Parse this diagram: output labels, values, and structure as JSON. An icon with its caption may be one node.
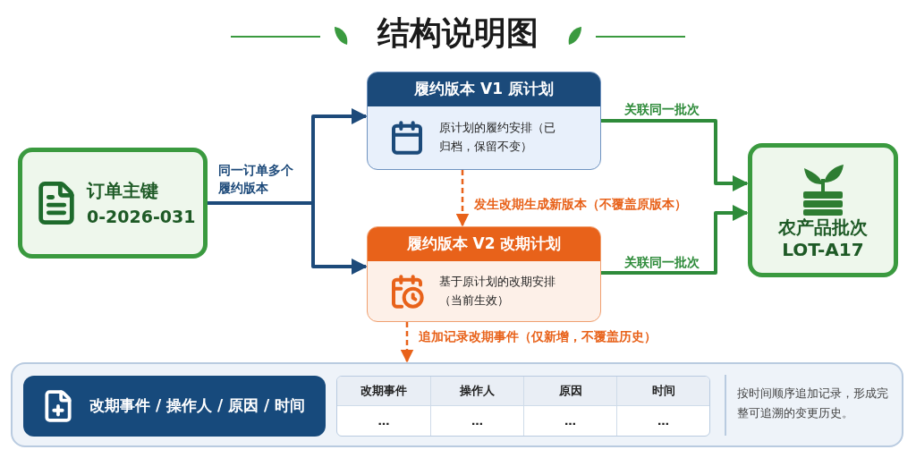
{
  "diagram": {
    "title": "结构说明图",
    "nodes": [
      {
        "text": [
          "订单主键",
          "0-2026-031"
        ]
      },
      {
        "text": [
          "履约版本 V1 原计划",
          "原计划的履约安排（已归档，保留不变）"
        ]
      },
      {
        "text": [
          "履约版本 V2 改期计划",
          "基于原计划的改期安排（当前生效）"
        ]
      },
      {
        "text": [
          "农产品批次",
          "LOT-A17"
        ]
      },
      {
        "text": [
          "按时间顺序追加记录，形成完整可追溯的变更历史。"
        ]
      },
      {
        "text": [
          "改期事件 / 操作人 / 原因 / 时间"
        ],
        "in": 4
      }
    ],
    "edges": [
      {
        "from": 0,
        "to": 1,
        "arrow": "to",
        "label": "同一订单多个履约版本",
        "color": "#1d4a7a"
      },
      {
        "from": 0,
        "to": 2,
        "arrow": "to",
        "color": "#1d4a7a"
      },
      {
        "from": 1,
        "to": 2,
        "arrow": "to",
        "label": "发生改期生成新版本（不覆盖原版本）",
        "style": "dashed",
        "color": "#e8621a"
      },
      {
        "from": 1,
        "to": 3,
        "arrow": "to",
        "label": "关联同一批次",
        "color": "#2e8b3a"
      },
      {
        "from": 2,
        "to": 3,
        "arrow": "to",
        "label": "关联同一批次",
        "color": "#2e8b3a"
      },
      {
        "from": 2,
        "to": 4,
        "arrow": "to",
        "label": "追加记录改期事件（仅新增，不覆盖历史）",
        "style": "dashed",
        "color": "#e8621a"
      }
    ],
    "labels": [
      "改期事件",
      "操作人",
      "原因",
      "时间",
      "…",
      "…",
      "…",
      "…"
    ]
  }
}
